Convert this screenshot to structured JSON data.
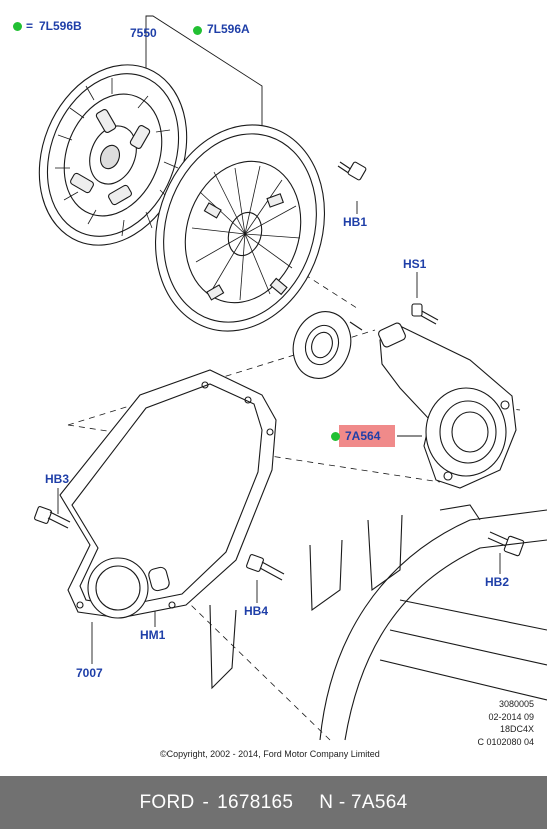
{
  "legend": {
    "marker": "=",
    "part": "7L596B"
  },
  "labels": {
    "p7550": "7550",
    "p7L596A": "7L596A",
    "hb1": "HB1",
    "hs1": "HS1",
    "p7A564": "7A564",
    "hb3": "HB3",
    "hb2": "HB2",
    "hb4": "HB4",
    "hm1": "HM1",
    "p7007": "7007"
  },
  "reference": [
    "3080005",
    "02-2014 09",
    "18DC4X",
    "C 0102080 04"
  ],
  "copyright": "©Copyright, 2002 - 2014, Ford Motor Company Limited",
  "footer": {
    "brand": "FORD",
    "sep": "-",
    "number": "1678165",
    "code": "N - 7A564"
  },
  "colors": {
    "label": "#1f3fa8",
    "dot": "#22c033",
    "highlight": "#f08a8a",
    "footer_bg": "#717171"
  }
}
